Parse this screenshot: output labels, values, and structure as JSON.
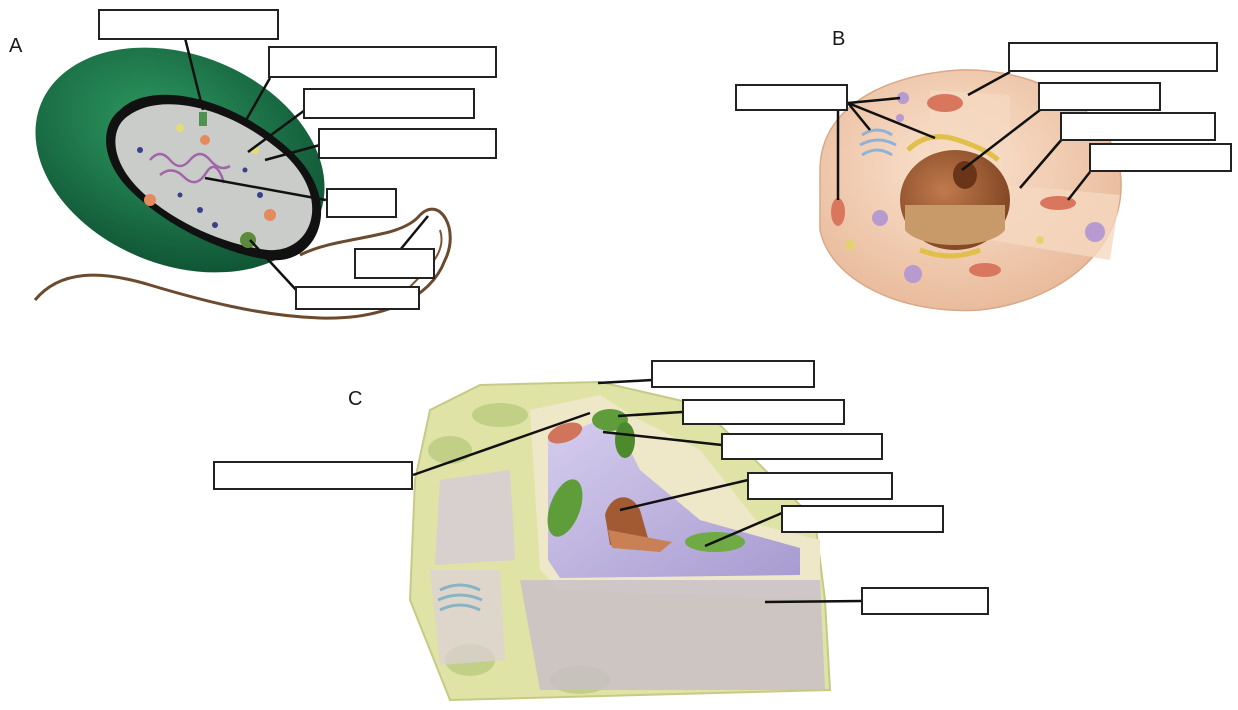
{
  "panels": {
    "a": {
      "letter": "A"
    },
    "b": {
      "letter": "B"
    },
    "c": {
      "letter": "C"
    }
  },
  "label_boxes": {
    "a1": "",
    "a2": "",
    "a3": "",
    "a4": "",
    "a5": "",
    "a6": "",
    "a7": "",
    "b1": "",
    "b2": "",
    "b3": "",
    "b4": "",
    "b5": "",
    "c1": "",
    "c2": "",
    "c3": "",
    "c4": "",
    "c5": "",
    "c6": "",
    "c7": ""
  },
  "colors": {
    "bacteria_capsule": "#1f7a4e",
    "bacteria_cytoplasm": "#c9ccc8",
    "flagellum": "#6b4a2e",
    "animal_cell": "#f2cdb0",
    "nucleus": "#9b5a35",
    "plant_cell_wall": "#dfe3a6",
    "vacuole": "#b4a9d6",
    "chloroplast": "#5f9c3a",
    "leader_line": "#111111"
  }
}
